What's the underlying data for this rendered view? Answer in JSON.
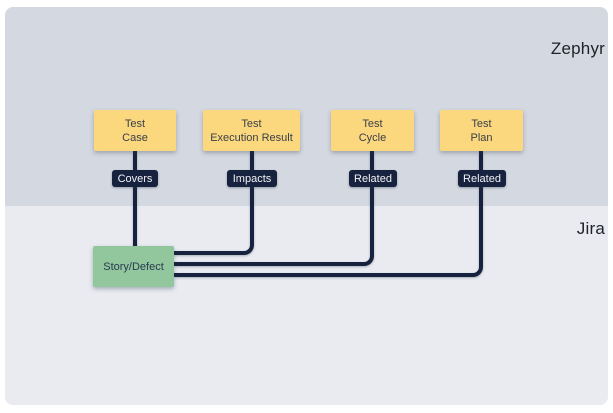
{
  "lanes": [
    {
      "label": "Zephyr"
    },
    {
      "label": "Jira"
    }
  ],
  "nodes": [
    {
      "title": "Test",
      "subtitle": "Case",
      "relation": "Covers"
    },
    {
      "title": "Test",
      "subtitle": "Execution Result",
      "relation": "Impacts"
    },
    {
      "title": "Test",
      "subtitle": "Cycle",
      "relation": "Related"
    },
    {
      "title": "Test",
      "subtitle": "Plan",
      "relation": "Related"
    }
  ],
  "jira_node": {
    "label": "Story/Defect"
  },
  "colors": {
    "connector-navy": "#17223e",
    "node-yellow": "#fbd77d",
    "node-green": "#92c79d",
    "lane-zephyr-bg": "#d4d8e0",
    "lane-jira-bg": "#e9ebf1",
    "badge-text": "#f2f3f5"
  }
}
